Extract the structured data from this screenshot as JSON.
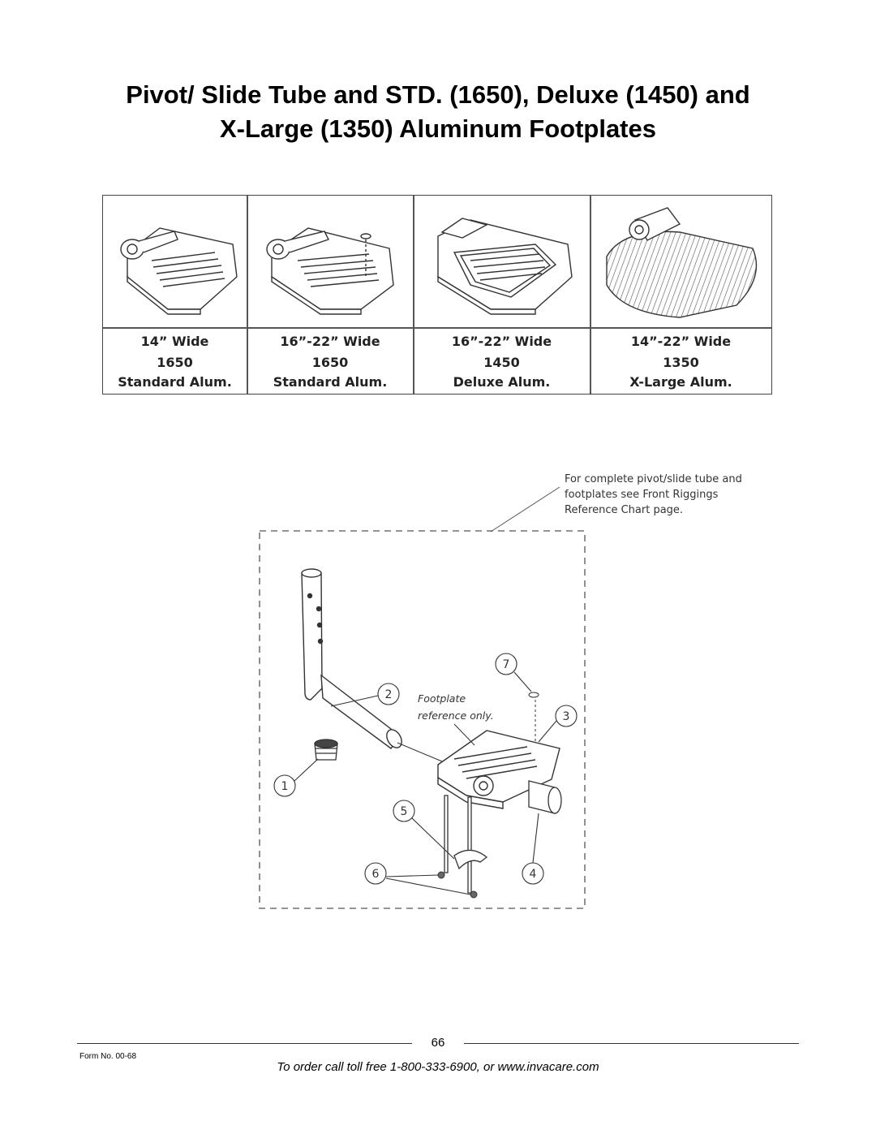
{
  "title": {
    "line1": "Pivot/ Slide Tube and STD. (1650), Deluxe (1450) and",
    "line2": "X-Large (1350) Aluminum Footplates"
  },
  "footplates": [
    {
      "width": "14” Wide",
      "model": "1650",
      "type": "Standard Alum."
    },
    {
      "width": "16”-22” Wide",
      "model": "1650",
      "type": "Standard Alum."
    },
    {
      "width": "16”-22” Wide",
      "model": "1450",
      "type": "Deluxe Alum."
    },
    {
      "width": "14”-22” Wide",
      "model": "1350",
      "type": "X-Large Alum."
    }
  ],
  "diagram": {
    "note_lines": [
      "For complete pivot/slide tube and",
      "footplates see Front Riggings",
      "Reference Chart page."
    ],
    "footplate_note_lines": [
      "Footplate",
      "reference only."
    ],
    "callouts": [
      "1",
      "2",
      "3",
      "4",
      "5",
      "6",
      "7"
    ]
  },
  "footer": {
    "page_number": "66",
    "form_no": "Form No.  00-68",
    "order_text": "To order call toll free 1-800-333-6900, or www.invacare.com"
  }
}
